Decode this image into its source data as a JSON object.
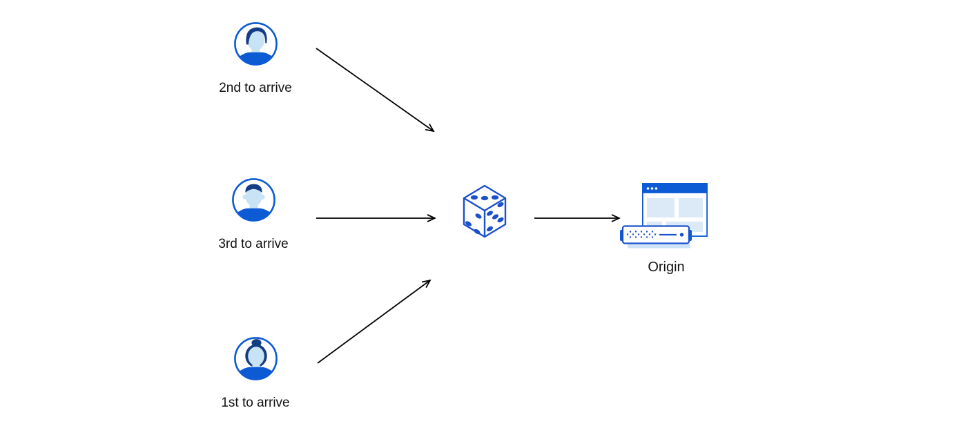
{
  "diagram": {
    "clients": [
      {
        "label": "2nd to arrive",
        "avatar_icon": "male-avatar-swept-hair-icon"
      },
      {
        "label": "3rd to arrive",
        "avatar_icon": "male-avatar-short-hair-icon"
      },
      {
        "label": "1st to arrive",
        "avatar_icon": "female-avatar-bun-icon"
      }
    ],
    "randomizer": {
      "icon": "dice-icon",
      "dice_faces": {
        "top_pips": 3,
        "left_pips": 3,
        "right_pips": 5
      }
    },
    "origin": {
      "label": "Origin",
      "icons": [
        "browser-window-icon",
        "server-icon"
      ]
    },
    "connections": [
      {
        "from": "2nd to arrive",
        "to": "dice"
      },
      {
        "from": "3rd to arrive",
        "to": "dice"
      },
      {
        "from": "1st to arrive",
        "to": "dice"
      },
      {
        "from": "dice",
        "to": "Origin"
      }
    ],
    "colors": {
      "background": "#ffffff",
      "text": "#111111",
      "arrow": "#000000",
      "blue_primary": "#0d5bd4",
      "blue_outline": "#1a50cc",
      "hair_navy": "#143e83",
      "skin": "#c8e2f6",
      "panel": "#dce9f7",
      "base": "#cfe3f7"
    }
  }
}
